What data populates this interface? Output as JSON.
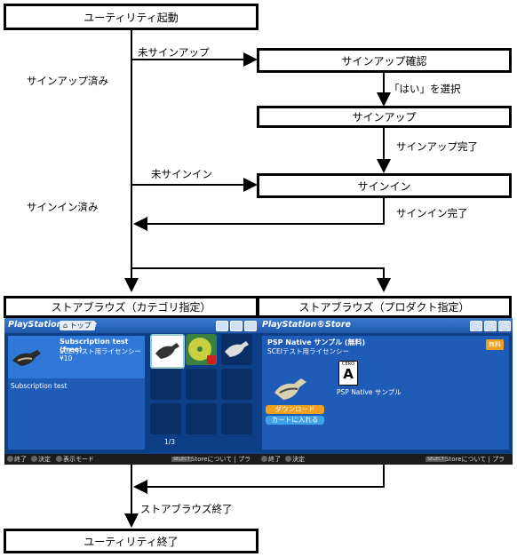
{
  "nodes": {
    "utility_start": "ユーティリティ起動",
    "signup_confirm": "サインアップ確認",
    "signup": "サインアップ",
    "signin": "サインイン",
    "store_category": "ストアブラウズ（カテゴリ指定）",
    "store_product": "ストアブラウズ（プロダクト指定）",
    "utility_end": "ユーティリティ終了"
  },
  "edges": {
    "not_signed_up": "未サインアップ",
    "signed_up": "サインアップ済み",
    "select_yes": "「はい」を選択",
    "signup_done": "サインアップ完了",
    "not_signed_in": "未サインイン",
    "signed_in": "サインイン済み",
    "signin_done": "サインイン完了",
    "store_end": "ストアブラウズ終了"
  },
  "screen_category": {
    "logo": "PlayStation®Store",
    "tab": "トップ",
    "item_title": "Subscription test (free)",
    "item_license": "SCEIテスト用ライセンシー",
    "item_price": "¥10",
    "item_desc": "Subscription test",
    "pager": "1/3",
    "footer_end": "終了",
    "footer_decide": "決定",
    "footer_mode": "表示モード",
    "footer_select": "SELECT",
    "footer_about": "Storeについて | プラ"
  },
  "screen_product": {
    "logo": "PlayStation®Store",
    "product_title": "PSP Native サンプル (無料)",
    "product_license": "SCEIテスト用ライセンシー",
    "free_badge": "無料",
    "rating_label": "CERO",
    "rating_grade": "A",
    "product_name": "PSP Native サンプル",
    "download_button": "ダウンロード",
    "cart_button": "カートに入れる",
    "footer_end": "終了",
    "footer_decide": "決定",
    "footer_select": "SELECT",
    "footer_about": "Storeについて | プラ"
  },
  "colors": {
    "screen_bg": "#0d3f86",
    "panel": "#2a6fcf",
    "accent_orange": "#f0a020",
    "accent_blue": "#3fa0e8"
  }
}
